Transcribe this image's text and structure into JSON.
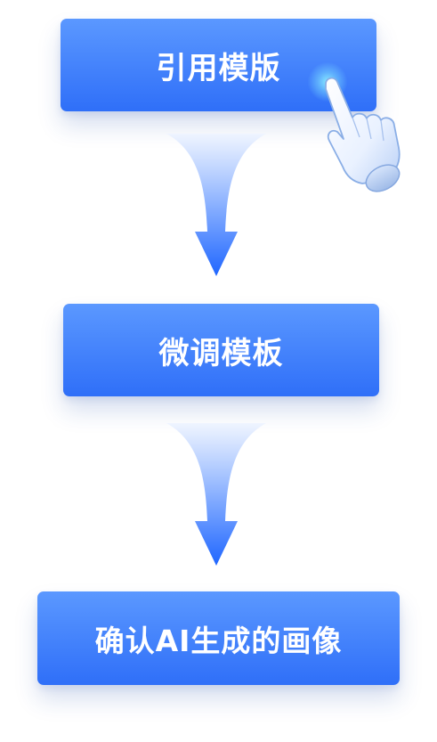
{
  "steps": [
    {
      "label": "引用模版"
    },
    {
      "label": "微调模板"
    },
    {
      "label": "确认AI生成的画像"
    }
  ],
  "icons": {
    "arrow": "down-arrow-icon",
    "pointer": "pointing-hand-icon"
  },
  "colors": {
    "button_top": "#5b98ff",
    "button_bottom": "#2f6ff8",
    "arrow_top": "#e6efff",
    "arrow_bottom": "#1f66ff",
    "text": "#ffffff"
  }
}
